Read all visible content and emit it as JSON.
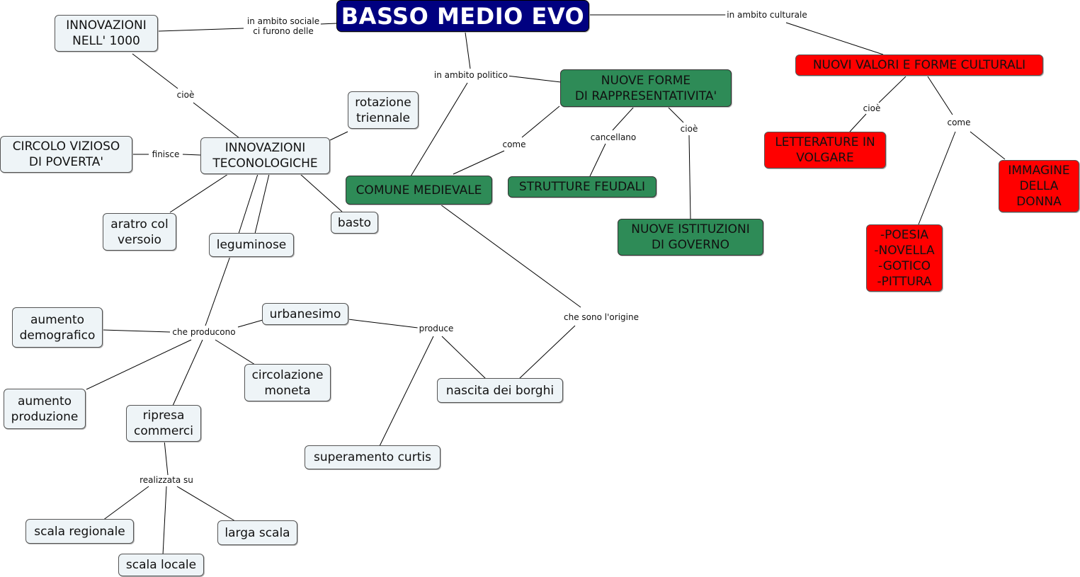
{
  "colors": {
    "title_bg": "#000080",
    "node_light": "#eef4f7",
    "node_green": "#2e8b57",
    "node_red": "#ff0000"
  },
  "nodes": {
    "basso_medio_evo": "BASSO MEDIO EVO",
    "innovazioni_1000": "INNOVAZIONI\nNELL' 1000",
    "innovazioni_tecnologiche": "INNOVAZIONI\nTECONOLOGICHE",
    "circolo_vizioso": "CIRCOLO VIZIOSO\nDI POVERTA'",
    "rotazione": "rotazione\ntriennale",
    "aratro": "aratro col\nversoio",
    "leguminose": "leguminose",
    "basto": "basto",
    "aumento_demografico": "aumento\ndemografico",
    "urbanesimo": "urbanesimo",
    "aumento_produzione": "aumento\nproduzione",
    "circolazione_moneta": "circolazione\nmoneta",
    "ripresa_commerci": "ripresa\ncommerci",
    "scala_regionale": "scala regionale",
    "scala_locale": "scala locale",
    "larga_scala": "larga scala",
    "superamento_curtis": "superamento curtis",
    "nascita_borghi": "nascita dei borghi",
    "nuove_forme": "NUOVE FORME\nDI RAPPRESENTATIVITA'",
    "comune_medievale": "COMUNE MEDIEVALE",
    "strutture_feudali": "STRUTTURE FEUDALI",
    "nuove_istituzioni": "NUOVE ISTITUZIONI\nDI GOVERNO",
    "nuovi_valori": "NUOVI VALORI E FORME CULTURALI",
    "letterature": "LETTERATURE IN\nVOLGARE",
    "immagine_donna": "IMMAGINE\nDELLA\nDONNA",
    "poesia": "-POESIA\n-NOVELLA\n-GOTICO\n-PITTURA"
  },
  "links": {
    "ambito_sociale": "in ambito sociale\nci furono delle",
    "ambito_culturale": "in ambito culturale",
    "ambito_politico": "in ambito politico",
    "cioe_1": "cioè",
    "finisce": "finisce",
    "che_producono": "che producono",
    "produce": "produce",
    "realizzata_su": "realizzata su",
    "che_sono_origine": "che sono l'origine",
    "come_politico": "come",
    "cancellano": "cancellano",
    "cioe_2": "cioè",
    "cioe_3": "cioè",
    "come_culturale": "come"
  }
}
